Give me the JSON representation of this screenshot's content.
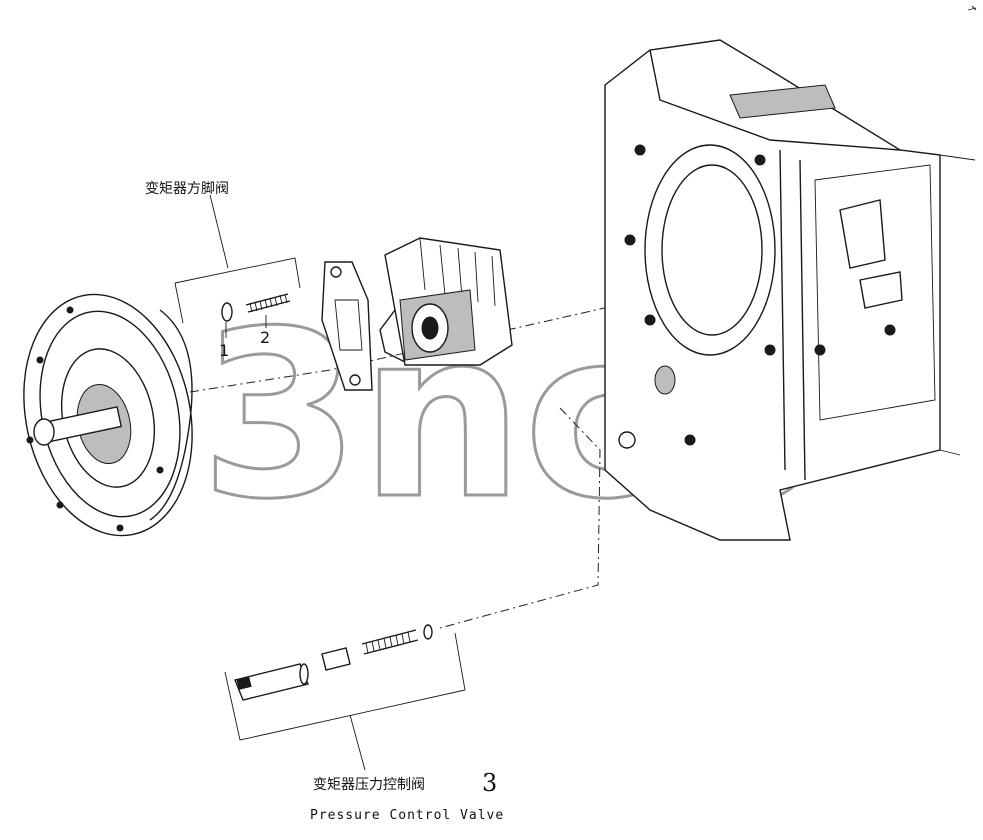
{
  "labels": {
    "top_group_cn": "变矩器方脚阀",
    "part_1": "1",
    "part_2": "2",
    "bottom_group_cn": "变矩器压力控制阀",
    "bottom_group_number": "3",
    "bottom_group_en": "Pressure Control Valve",
    "watermark": "3ncb",
    "watermark_mark": "TM"
  },
  "colors": {
    "line": "#1a1a1a",
    "watermark_stroke": "#9a9a9a"
  }
}
